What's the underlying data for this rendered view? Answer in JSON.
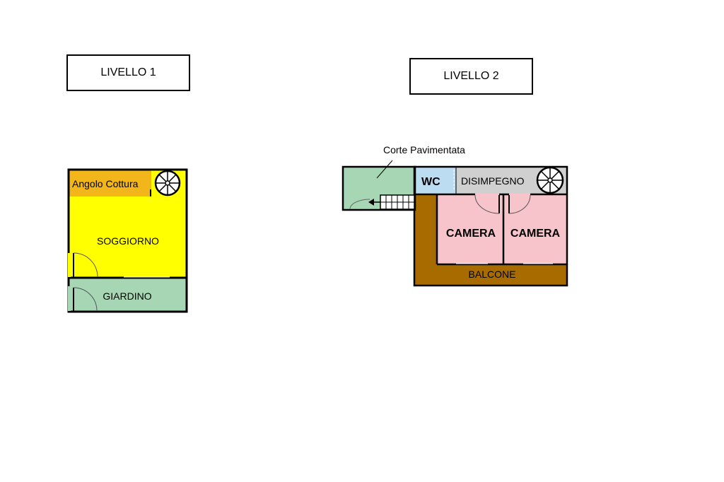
{
  "levels": {
    "level1": {
      "title": "LIVELLO 1"
    },
    "level2": {
      "title": "LIVELLO 2"
    }
  },
  "rooms": {
    "angolo_cottura": "Angolo Cottura",
    "soggiorno": "SOGGIORNO",
    "giardino": "GIARDINO",
    "corte": "Corte Pavimentata",
    "wc": "WC",
    "disimpegno": "DISIMPEGNO",
    "camera_left": "CAMERA",
    "camera_right": "CAMERA",
    "balcone": "BALCONE"
  },
  "icons": [
    "spiral-staircase-icon",
    "door-swing-icon",
    "staircase-steps-icon",
    "direction-arrow-icon"
  ],
  "colors": {
    "kitchen": "#f2b61a",
    "living": "#ffff00",
    "garden": "#a6d6b4",
    "wc": "#bcdcf2",
    "hall": "#d0d0d0",
    "bedroom": "#f7c4cc",
    "balcony": "#a86b00",
    "wall": "#000000"
  }
}
